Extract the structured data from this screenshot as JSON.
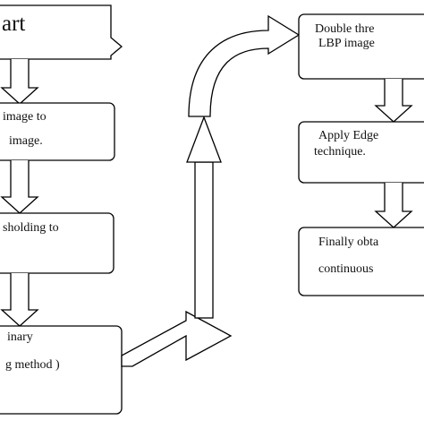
{
  "left_column": {
    "start_label": "art",
    "box2_line1": "image to",
    "box2_line2": "image.",
    "box3_line1": "sholding to",
    "box4_line1": "inary",
    "box4_line2": "g method )"
  },
  "right_column": {
    "box1_line1": "Double thre",
    "box1_line2": "LBP image",
    "box2_line1": "Apply Edge",
    "box2_line2": "technique.",
    "box3_line1": "Finally obta",
    "box3_line2": "continuous"
  }
}
